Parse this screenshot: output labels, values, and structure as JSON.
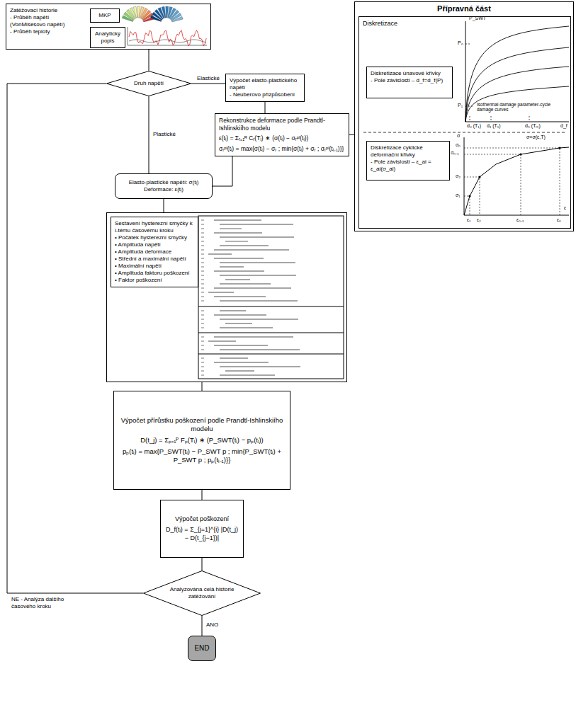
{
  "diagram": {
    "nodes": [
      {
        "text": [
          "Zatěžovací historie",
          "- Průběh napětí",
          "(VonMisesovo napětí)",
          "- Průběh teploty"
        ]
      },
      {
        "text": [
          "MKP"
        ],
        "in": 0
      },
      {
        "text": [
          "Analytický popis"
        ],
        "in": 0
      },
      {
        "text": [
          "Druh napětí"
        ]
      },
      {
        "text": [
          "Výpočet elasto-plastického napětí",
          "- Neuberovo přizpůsobení"
        ]
      },
      {
        "text": [
          "Rekonstrukce deformace podle Prandtl-Ishlinskiího modelu",
          "ε(tᵢ) = Σᵣ₌₁ᴿ Cᵣ(Tᵢ) ∗ (σ(tᵢ) − σᵣᵖˡ(tᵢ))",
          "σᵣᵖˡ(tᵢ) = max{σ(tᵢ) − σᵣ ; min{σ(tᵢ) + σᵣ ; σᵣᵖˡ(tᵢ₋₁)}}"
        ]
      },
      {
        "text": [
          "Elasto-plastické napětí: σ(tᵢ)",
          "Deformace: ε(tᵢ)"
        ]
      },
      {
        "text": [
          "Sestavení hysterezní smyčky k i-tému časovému kroku",
          "• Počátek hysterezní smyčky",
          "• Amplituda napětí",
          "• Amplituda deformace",
          "• Střední a maximální napětí",
          "• Maximální napětí",
          "• Amplituda faktoru poškození",
          "• Faktor poškození"
        ]
      },
      {
        "text": [
          "Výpočet přírůstku poškození podle Prandtl-Ishlinskiího modelu",
          "D(t_j) = Σₚ₌₁ᴾ Fₚ(Tᵢ) ∗ (P_SWT(tᵢ) − pₚ(tᵢ))",
          "pₚ(tᵢ) = max{P_SWT(tᵢ) − P_SWT p ; min{P_SWT(tᵢ) + P_SWT p ; pₚ(tᵢ₋₁)}}"
        ]
      },
      {
        "text": [
          "Výpočet poškození",
          "D_f(tᵢ) = Σ_{j=1}^{i} |D(t_j) − D(t_{j−1})|"
        ]
      },
      {
        "text": [
          "Analyzována celá historie zatěžování"
        ]
      },
      {
        "text": [
          "END"
        ]
      },
      {
        "text": [
          "Přípravná část"
        ]
      },
      {
        "text": [
          "Diskretizace"
        ],
        "in": 12
      },
      {
        "text": [
          "Diskretizace únavové křivky",
          "- Pole závislosti – d_f=d_f(P)"
        ],
        "in": 13
      },
      {
        "text": [
          "Diskretizace cyklické deformační křivky",
          "- Pole závislosti – ε_ai = ε_ai(σ_ai)"
        ],
        "in": 13
      }
    ],
    "edges": [
      {
        "from": 0,
        "to": 3,
        "arrow": "none"
      },
      {
        "from": 3,
        "to": 4,
        "label": "Elastické",
        "arrow": "none"
      },
      {
        "from": 4,
        "to": 5,
        "arrow": "none"
      },
      {
        "from": 5,
        "to": 6,
        "arrow": "none"
      },
      {
        "from": 3,
        "to": 6,
        "label": "Plastické",
        "arrow": "none"
      },
      {
        "from": 6,
        "to": 7,
        "arrow": "none"
      },
      {
        "from": 7,
        "to": 8,
        "arrow": "none"
      },
      {
        "from": 8,
        "to": 9,
        "arrow": "none"
      },
      {
        "from": 9,
        "to": 10,
        "arrow": "none"
      },
      {
        "from": 10,
        "to": 11,
        "label": "ANO",
        "arrow": "none"
      },
      {
        "from": 10,
        "to": 3,
        "label": "NE - Analýza dalšího časového kroku",
        "arrow": "none"
      },
      {
        "from": 12,
        "to": 5,
        "arrow": "none"
      }
    ],
    "labels": [
      "P_SWT",
      "Pₙ",
      "P₁",
      "Isothermal damage parameter-cycle damage curves",
      "d₀ (T₁)",
      "d₁ (T₁)",
      "dₙ (Tₘ)",
      "d_f",
      "σ",
      "σₙ",
      "σₙ₋₁",
      "σ=σ(ε,T)",
      "σ₂",
      "σ₁",
      "ε₁",
      "ε₂",
      "εₙ₋₁",
      "εₙ",
      "ε"
    ]
  }
}
